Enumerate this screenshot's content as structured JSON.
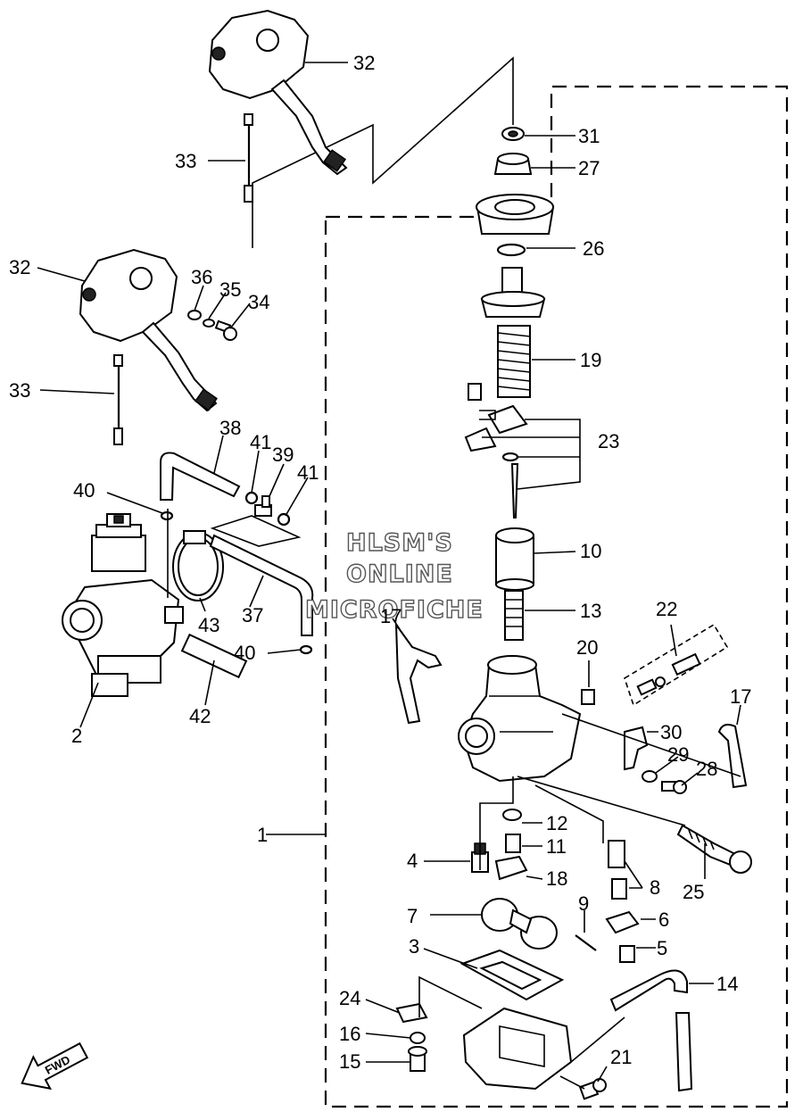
{
  "watermark": {
    "line1": "HLSM'S",
    "line2": "ONLINE",
    "line3": "MICROFICHE"
  },
  "direction_label": "FWD",
  "callouts": [
    {
      "id": "c32a",
      "label": "32"
    },
    {
      "id": "c33a",
      "label": "33"
    },
    {
      "id": "c32b",
      "label": "32"
    },
    {
      "id": "c36",
      "label": "36"
    },
    {
      "id": "c35",
      "label": "35"
    },
    {
      "id": "c34",
      "label": "34"
    },
    {
      "id": "c33b",
      "label": "33"
    },
    {
      "id": "c38",
      "label": "38"
    },
    {
      "id": "c41a",
      "label": "41"
    },
    {
      "id": "c39",
      "label": "39"
    },
    {
      "id": "c41b",
      "label": "41"
    },
    {
      "id": "c40a",
      "label": "40"
    },
    {
      "id": "c43",
      "label": "43"
    },
    {
      "id": "c37",
      "label": "37"
    },
    {
      "id": "c40b",
      "label": "40"
    },
    {
      "id": "c42",
      "label": "42"
    },
    {
      "id": "c2",
      "label": "2"
    },
    {
      "id": "c31",
      "label": "31"
    },
    {
      "id": "c27",
      "label": "27"
    },
    {
      "id": "c26",
      "label": "26"
    },
    {
      "id": "c19",
      "label": "19"
    },
    {
      "id": "c23",
      "label": "23"
    },
    {
      "id": "c10",
      "label": "10"
    },
    {
      "id": "c13",
      "label": "13"
    },
    {
      "id": "c22",
      "label": "22"
    },
    {
      "id": "c20",
      "label": "20"
    },
    {
      "id": "c17a",
      "label": "17"
    },
    {
      "id": "c17b",
      "label": "17"
    },
    {
      "id": "c30",
      "label": "30"
    },
    {
      "id": "c29",
      "label": "29"
    },
    {
      "id": "c28",
      "label": "28"
    },
    {
      "id": "c1",
      "label": "1"
    },
    {
      "id": "c12",
      "label": "12"
    },
    {
      "id": "c11",
      "label": "11"
    },
    {
      "id": "c4",
      "label": "4"
    },
    {
      "id": "c18",
      "label": "18"
    },
    {
      "id": "c8",
      "label": "8"
    },
    {
      "id": "c25",
      "label": "25"
    },
    {
      "id": "c7",
      "label": "7"
    },
    {
      "id": "c9",
      "label": "9"
    },
    {
      "id": "c6",
      "label": "6"
    },
    {
      "id": "c3",
      "label": "3"
    },
    {
      "id": "c5",
      "label": "5"
    },
    {
      "id": "c14",
      "label": "14"
    },
    {
      "id": "c24",
      "label": "24"
    },
    {
      "id": "c16",
      "label": "16"
    },
    {
      "id": "c15",
      "label": "15"
    },
    {
      "id": "c21",
      "label": "21"
    }
  ]
}
